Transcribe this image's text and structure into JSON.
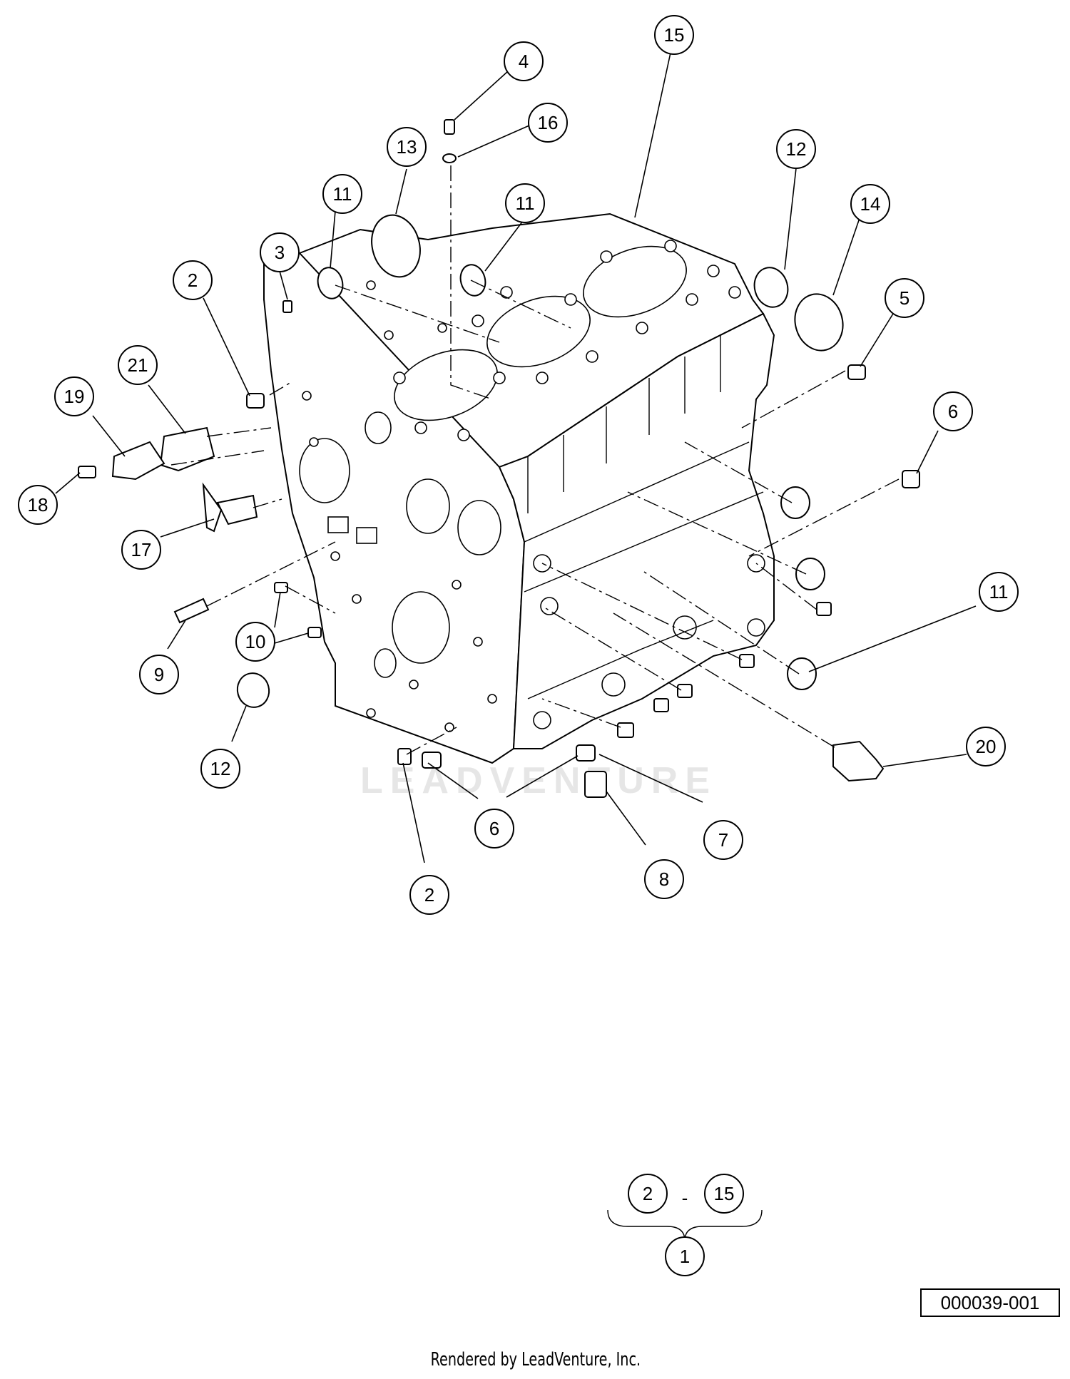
{
  "watermark": "LEADVENTURE",
  "callouts": [
    {
      "id": "c4",
      "label": "4"
    },
    {
      "id": "c15",
      "label": "15"
    },
    {
      "id": "c16",
      "label": "16"
    },
    {
      "id": "c13",
      "label": "13"
    },
    {
      "id": "c12a",
      "label": "12"
    },
    {
      "id": "c11a",
      "label": "11"
    },
    {
      "id": "c11b",
      "label": "11"
    },
    {
      "id": "c14",
      "label": "14"
    },
    {
      "id": "c3",
      "label": "3"
    },
    {
      "id": "c2a",
      "label": "2"
    },
    {
      "id": "c5",
      "label": "5"
    },
    {
      "id": "c21",
      "label": "21"
    },
    {
      "id": "c19",
      "label": "19"
    },
    {
      "id": "c6a",
      "label": "6"
    },
    {
      "id": "c18",
      "label": "18"
    },
    {
      "id": "c17",
      "label": "17"
    },
    {
      "id": "c11c",
      "label": "11"
    },
    {
      "id": "c10",
      "label": "10"
    },
    {
      "id": "c9",
      "label": "9"
    },
    {
      "id": "c20",
      "label": "20"
    },
    {
      "id": "c12b",
      "label": "12"
    },
    {
      "id": "c6b",
      "label": "6"
    },
    {
      "id": "c7",
      "label": "7"
    },
    {
      "id": "c8",
      "label": "8"
    },
    {
      "id": "c2b",
      "label": "2"
    }
  ],
  "assembly_legend": {
    "range_start": "2",
    "separator": "-",
    "range_end": "15",
    "assembly": "1"
  },
  "diagram_code": "000039-001",
  "footer_credit": "Rendered by LeadVenture, Inc."
}
